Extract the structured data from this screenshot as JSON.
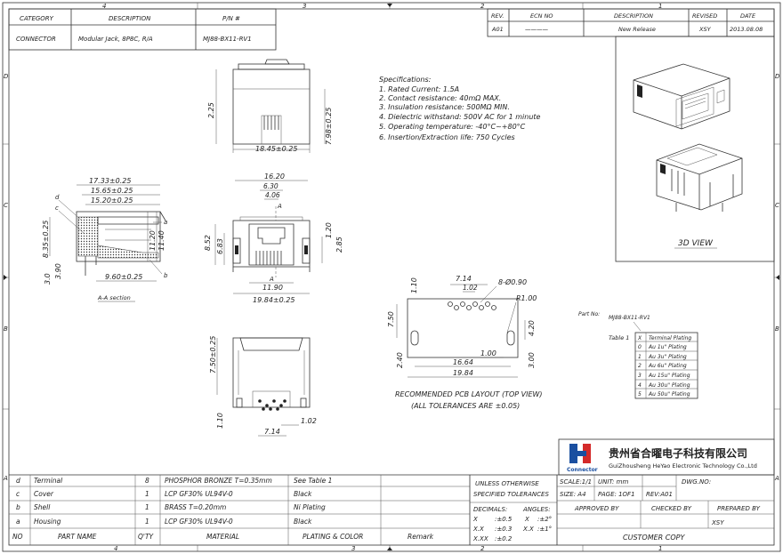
{
  "border": {
    "col_top": [
      "4",
      "3",
      "2",
      "1"
    ],
    "col_bottom": [
      "4",
      "3",
      "2",
      "1"
    ],
    "row_left": [
      "D",
      "C",
      "B",
      "A"
    ],
    "row_right": [
      "D",
      "C",
      "B",
      "A"
    ]
  },
  "title_block_left": {
    "headers": [
      "CATEGORY",
      "DESCRIPTION",
      "P/N #"
    ],
    "values": [
      "CONNECTOR",
      "Modular Jack, 8P8C, R/A",
      "MJ88-BX11-RV1"
    ]
  },
  "revision_block": {
    "headers": [
      "REV.",
      "ECN NO",
      "DESCRIPTION",
      "REVISED",
      "DATE"
    ],
    "values": [
      "A01",
      "————",
      "New Release",
      "XSY",
      "2013.08.08"
    ]
  },
  "specifications": {
    "title": "Specifications:",
    "items": [
      "1. Rated Current: 1.5A",
      "2. Contact resistance: 40mΩ MAX.",
      "3. Insulation resistance: 500MΩ MIN.",
      "4. Dielectric withstand: 500V AC for 1 minute",
      "5. Operating temperature: -40°C~+80°C",
      "6. Insertion/Extraction life: 750 Cycles"
    ]
  },
  "view_3d_label": "3D VIEW",
  "dims_top": {
    "w": "18.45±0.25",
    "h1": "2.25",
    "h2": "7.98±0.25"
  },
  "dims_side": {
    "d1": "17.33±0.25",
    "d2": "15.65±0.25",
    "d3": "15.20±0.25",
    "h1": "8.35±0.25",
    "h2": "11.20",
    "h3": "11.40",
    "b1": "3.0",
    "b2": "3.90",
    "b3": "9.60±0.25",
    "ld": "d",
    "lc": "c",
    "lb": "b",
    "la": "a",
    "section": "A-A section"
  },
  "dims_front": {
    "w1": "16.20",
    "w2": "6.30",
    "w3": "4.06",
    "w4": "11.90",
    "w5": "19.84±0.25",
    "h1": "8.52",
    "h2": "6.83",
    "h3": "1.20",
    "h4": "2.85",
    "cutA": "A"
  },
  "dims_bottom": {
    "h1": "7.50±0.25",
    "h2": "1.10",
    "w1": "1.02",
    "w2": "7.14"
  },
  "pcb": {
    "w1": "7.14",
    "w2": "1.02",
    "holes": "8-Ø0.90",
    "r": "R1.00",
    "h1": "1.10",
    "h2": "7.50",
    "h3": "4.20",
    "h4": "2.40",
    "h5": "3.00",
    "w3": "1.00",
    "w4": "16.64",
    "w5": "19.84",
    "caption1": "RECOMMENDED PCB LAYOUT (TOP VIEW)",
    "caption2": "(ALL TOLERANCES ARE ±0.05)"
  },
  "part_no": {
    "label": "Part No:",
    "value": "MJ88-BX11-RV1"
  },
  "plating_table": {
    "caption": "Table 1",
    "headers": [
      "X",
      "Terminal Plating"
    ],
    "rows": [
      [
        "0",
        "Au 1u\" Plating"
      ],
      [
        "1",
        "Au 3u\" Plating"
      ],
      [
        "2",
        "Au 6u\" Plating"
      ],
      [
        "3",
        "Au 15u\" Plating"
      ],
      [
        "4",
        "Au 30u\" Plating"
      ],
      [
        "5",
        "Au 50u\" Plating"
      ]
    ]
  },
  "company": {
    "name_cn": "贵州省合曜电子科技有限公司",
    "name_en": "GuiZhousheng HeYao Electronic Technology Co.,Ltd",
    "logo_text": "Connector"
  },
  "bom": {
    "rows": [
      [
        "d",
        "Terminal",
        "8",
        "PHOSPHOR BRONZE T=0.35mm",
        "See Table 1"
      ],
      [
        "c",
        "Cover",
        "1",
        "LCP GF30% UL94V-0",
        "Black"
      ],
      [
        "b",
        "Shell",
        "1",
        "BRASS T=0.20mm",
        "Ni Plating"
      ],
      [
        "a",
        "Housing",
        "1",
        "LCP GF30% UL94V-0",
        "Black"
      ]
    ],
    "headers": [
      "NO",
      "PART NAME",
      "Q'TY",
      "MATERIAL",
      "PLATING & COLOR",
      "Remark"
    ]
  },
  "tolerances": {
    "line1": "UNLESS OTHERWISE",
    "line2": "SPECIFIED TOLERANCES",
    "dec": "DECIMALS:",
    "ang": "ANGLES:",
    "r1a": "X",
    "r1b": ":±0.5",
    "r1c": "X",
    "r1d": ":±2°",
    "r2a": "X.X",
    "r2b": ":±0.3",
    "r2c": "X.X",
    "r2d": ":±1°",
    "r3a": "X.XX",
    "r3b": ":±0.2"
  },
  "info": {
    "scale": "SCALE:1/1",
    "unit": "UNIT: mm",
    "dwg": "DWG.NO:",
    "size": "SIZE: A4",
    "page": "PAGE: 1OF1",
    "rev": "REV:A01",
    "approved": "APPROVED BY",
    "checked": "CHECKED BY",
    "prepared": "PREPARED BY",
    "preparer": "XSY",
    "customer": "CUSTOMER COPY"
  },
  "colors": {
    "line": "#333333",
    "logo_blue": "#1a4fa0",
    "logo_red": "#d42a2a"
  }
}
